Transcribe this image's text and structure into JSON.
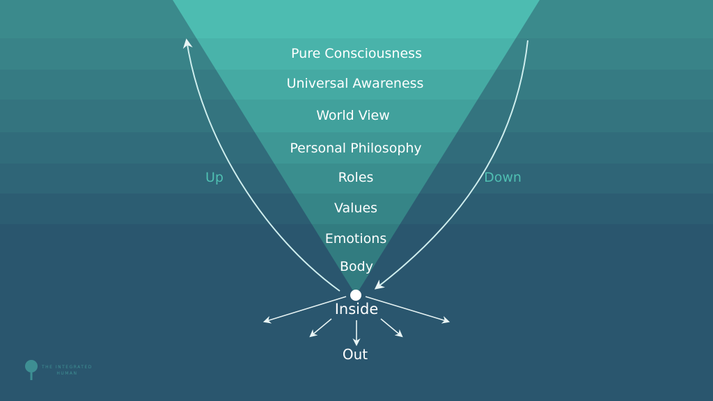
{
  "levels": [
    "Pure Consciousness",
    "Universal Awareness",
    "World View",
    "Personal Philosophy",
    "Roles",
    "Values",
    "Emotions",
    "Body"
  ],
  "center_label": "Inside",
  "bottom_label": "Out",
  "left_arrow_label": "Up",
  "right_arrow_label": "Down",
  "logo": {
    "line1": "THE INTEGRATED",
    "line2": "HUMAN"
  },
  "colors": {
    "accent": "#4fbfb2",
    "bg_top": "#3b8a8c",
    "bg_bottom": "#2a566e",
    "funnel_top": "#4dbcb1"
  }
}
